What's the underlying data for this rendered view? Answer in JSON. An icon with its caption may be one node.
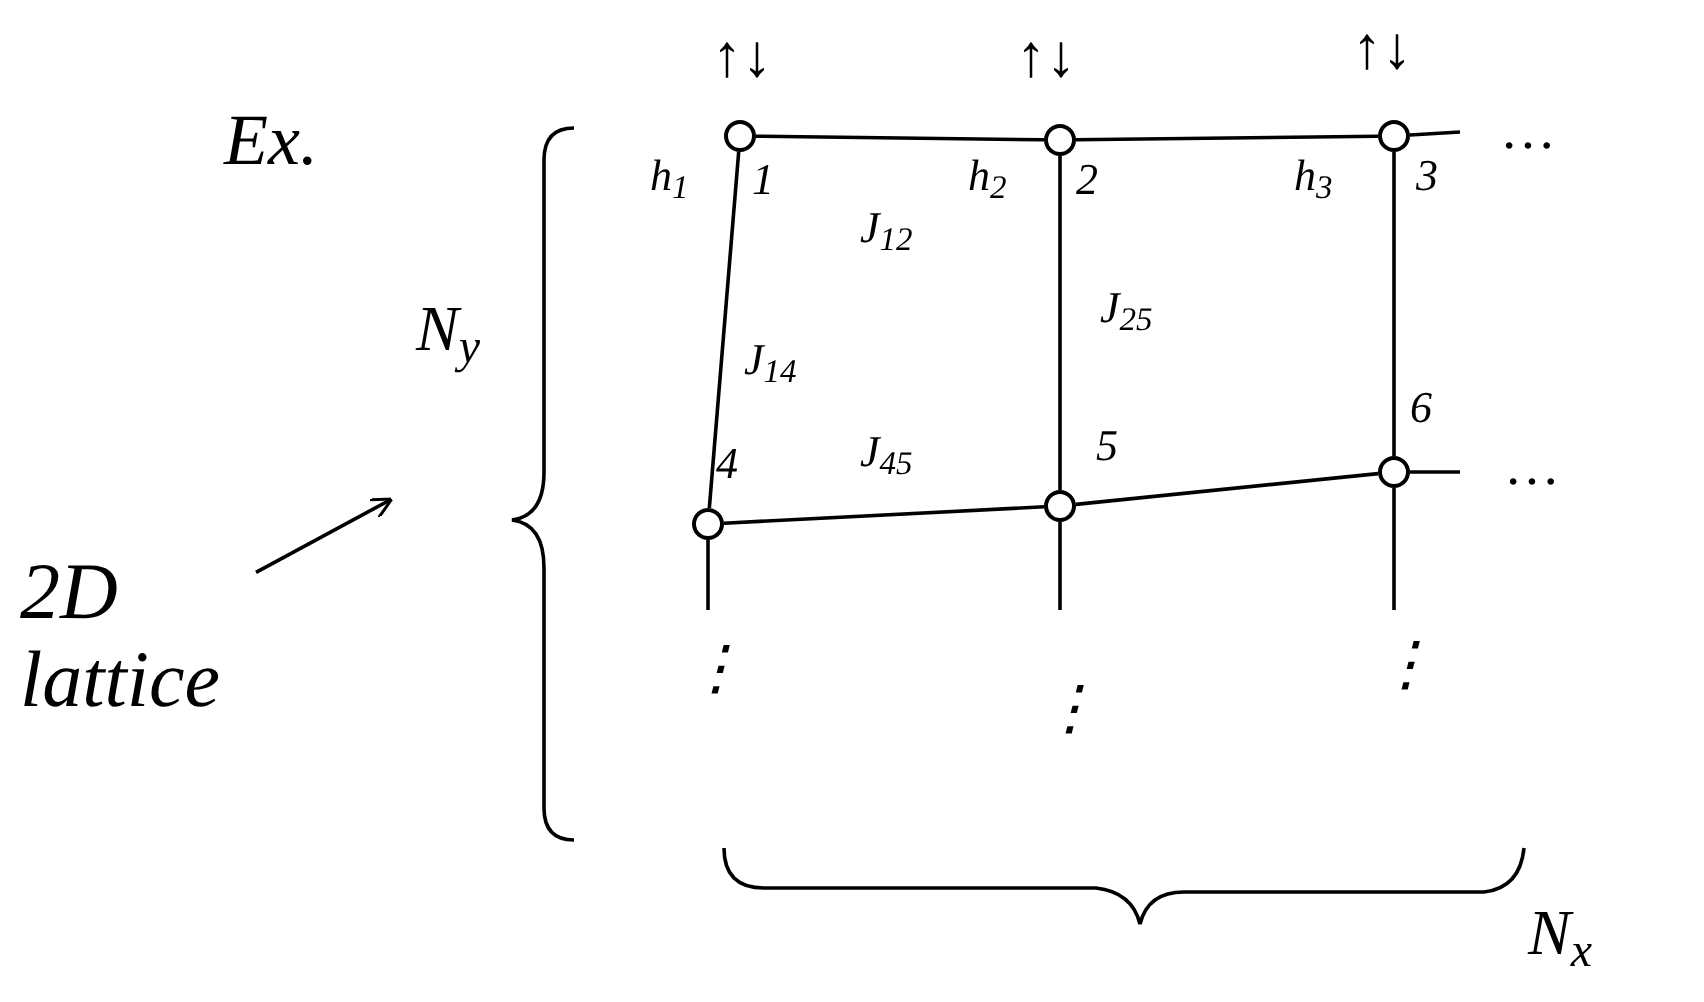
{
  "diagram": {
    "nodes": [
      {
        "text": [
          "2D lattice"
        ]
      },
      {
        "text": [],
        "shape": "circle",
        "beside": [
          "h$_{1}$",
          "1"
        ]
      },
      {
        "text": [],
        "shape": "circle",
        "beside": [
          "h$_{2}$",
          "2"
        ]
      },
      {
        "text": [],
        "shape": "circle",
        "beside": [
          "h$_{3}$",
          "3"
        ]
      },
      {
        "text": [],
        "shape": "circle",
        "beside": [
          "4"
        ]
      },
      {
        "text": [],
        "shape": "circle",
        "beside": [
          "5"
        ]
      },
      {
        "text": [],
        "shape": "circle",
        "beside": [
          "6"
        ]
      }
    ],
    "edges": [
      {
        "from": 0,
        "to": null,
        "arrow": "to"
      },
      {
        "from": 1,
        "to": 2,
        "arrow": "none",
        "label": "J$_{12}$"
      },
      {
        "from": 2,
        "to": 3,
        "arrow": "none"
      },
      {
        "from": 3,
        "to": null,
        "arrow": "none"
      },
      {
        "from": 1,
        "to": 4,
        "arrow": "none",
        "label": "J$_{14}$"
      },
      {
        "from": 2,
        "to": 5,
        "arrow": "none",
        "label": "J$_{25}$"
      },
      {
        "from": 3,
        "to": 6,
        "arrow": "none"
      },
      {
        "from": 4,
        "to": 5,
        "arrow": "none",
        "label": "J$_{45}$"
      },
      {
        "from": 5,
        "to": 6,
        "arrow": "none"
      },
      {
        "from": 6,
        "to": null,
        "arrow": "none"
      },
      {
        "from": 4,
        "to": null,
        "arrow": "none"
      },
      {
        "from": 5,
        "to": null,
        "arrow": "none"
      },
      {
        "from": 6,
        "to": null,
        "arrow": "none"
      }
    ],
    "labels": [
      "Ex.",
      "↑↓",
      "↑↓",
      "↑↓",
      "…",
      "…",
      "⋮",
      "⋮",
      "⋮",
      "N$_{y}$",
      "N$_{x}$"
    ]
  }
}
